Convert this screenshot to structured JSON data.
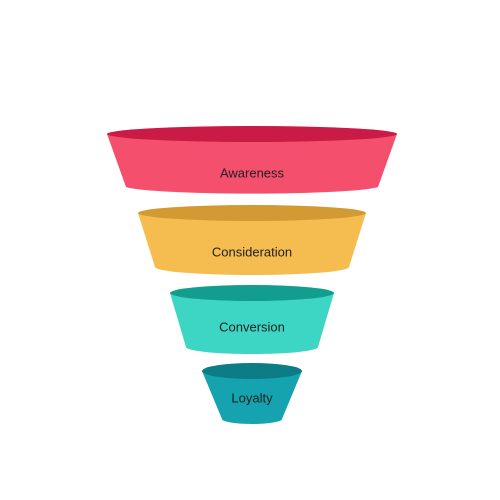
{
  "funnel": {
    "stages": [
      {
        "label": "Awareness",
        "side_color": "#f44f6d",
        "top_color": "#c91b45"
      },
      {
        "label": "Consideration",
        "side_color": "#f5bd4f",
        "top_color": "#d39a34"
      },
      {
        "label": "Conversion",
        "side_color": "#3dd5c3",
        "top_color": "#129d8f"
      },
      {
        "label": "Loyalty",
        "side_color": "#16a3b0",
        "top_color": "#0d7d85"
      }
    ]
  }
}
